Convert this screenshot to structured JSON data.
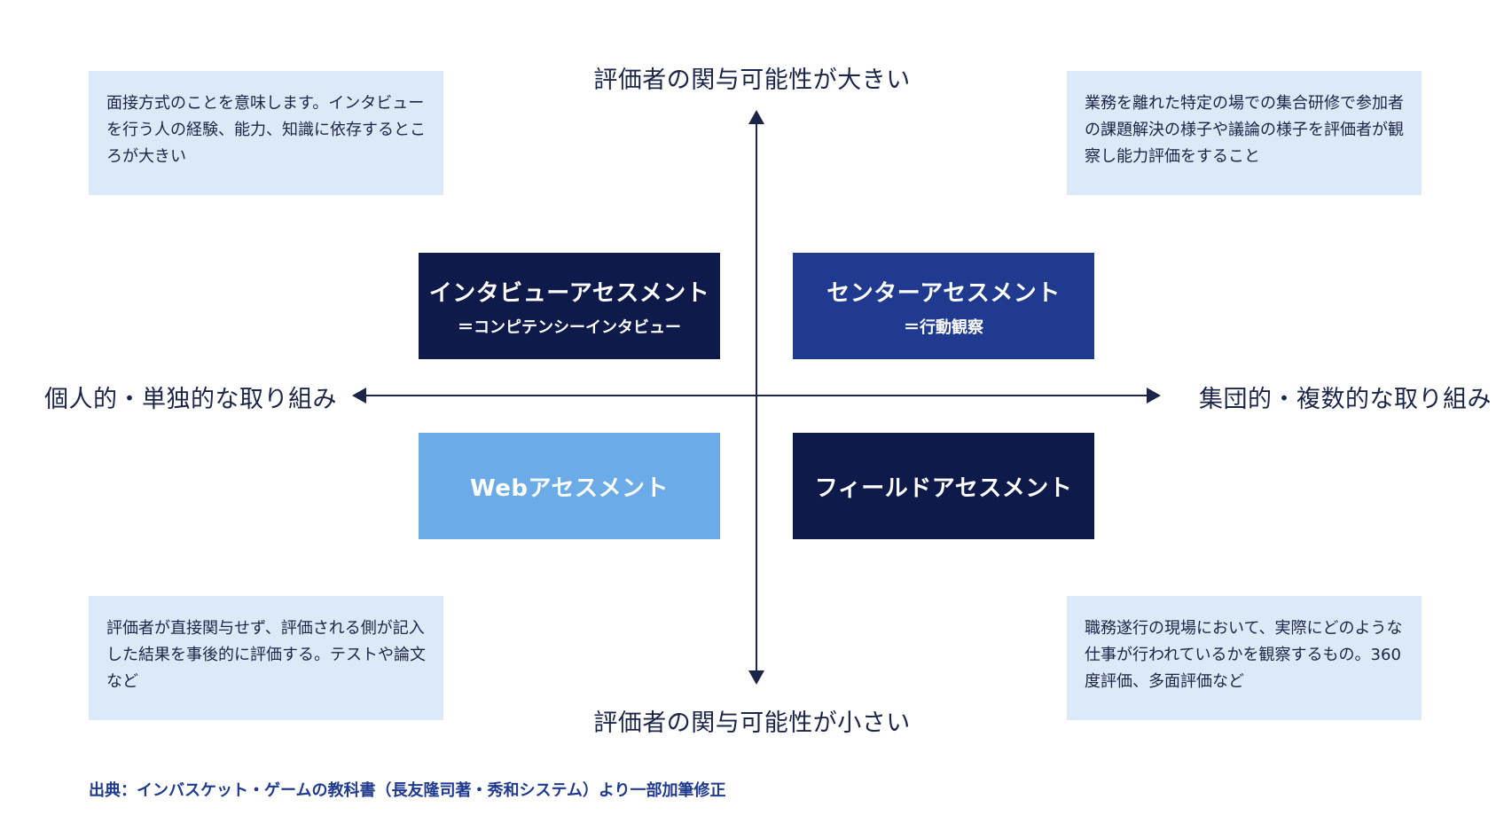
{
  "axes": {
    "top": "評価者の関与可能性が大きい",
    "bottom": "評価者の関与可能性が小さい",
    "left": "個人的・単独的な取り組み",
    "right": "集団的・複数的な取り組み"
  },
  "notes": {
    "top_left": "面接方式のことを意味します。インタビューを行う人の経験、能力、知識に依存するところが大きい",
    "top_right": "業務を離れた特定の場での集合研修で参加者の課題解決の様子や議論の様子を評価者が観察し能力評価をすること",
    "bottom_left": "評価者が直接関与せず、評価される側が記入した結果を事後的に評価する。テストや論文など",
    "bottom_right": "職務遂行の現場において、実際にどのような仕事が行われているかを観察するもの。360度評価、多面評価など"
  },
  "quadrants": {
    "top_left": {
      "title": "インタビューアセスメント",
      "subtitle": "＝コンピテンシーインタビュー"
    },
    "top_right": {
      "title": "センターアセスメント",
      "subtitle": "＝行動観察"
    },
    "bottom_left": {
      "title": "Webアセスメント"
    },
    "bottom_right": {
      "title": "フィールドアセスメント"
    }
  },
  "source": "出典：インバスケット・ゲームの教科書（長友隆司著・秀和システム）より一部加筆修正",
  "colors": {
    "navy": "#0e1a4a",
    "blue": "#1f3a8f",
    "light_blue": "#6aabe8",
    "note_bg": "#dce9f7",
    "axis": "#1b2547"
  }
}
